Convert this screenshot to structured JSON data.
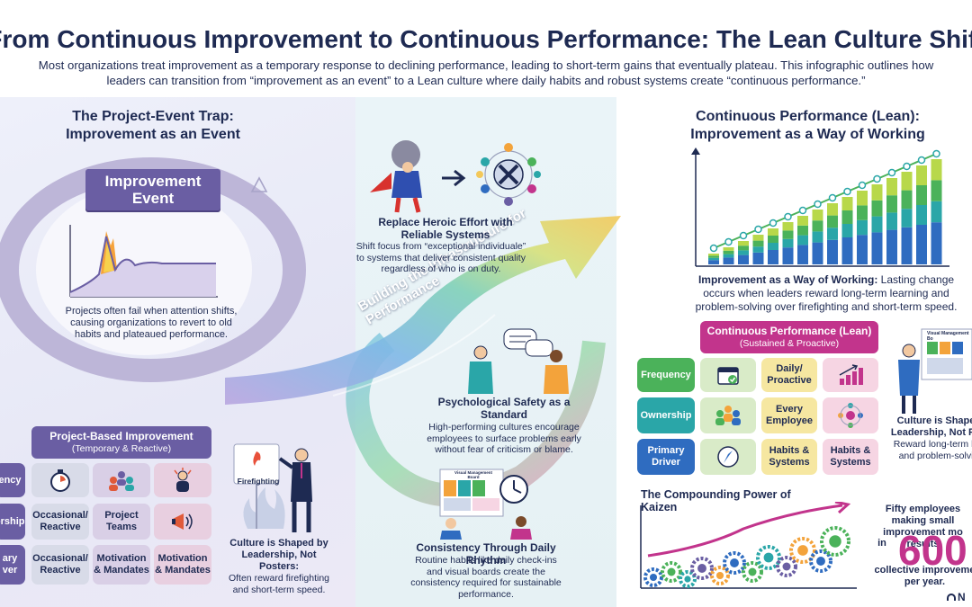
{
  "header": {
    "title": "From Continuous Improvement to Continuous Performance: The Lean Culture Shift",
    "subtitle": "Most organizations treat improvement as a temporary response to declining performance, leading to short-term gains that eventually plateau. This infographic outlines how leaders can transition from “improvement as an event” to a Lean culture where daily habits and robust systems create “continuous performance.”"
  },
  "left": {
    "title_line1": "The Project-Event Trap:",
    "title_line2": "Improvement as an Event",
    "banner_line1": "Improvement",
    "banner_line2": "Event",
    "ring_text": "Projects often fail when attention shifts, causing organizations to revert to old habits and plateaued performance.",
    "table": {
      "title": "Project-Based Improvement",
      "subtitle": "(Temporary & Reactive)",
      "row_labels": [
        "Frequency",
        "Ownership",
        "Primary Driver"
      ],
      "row_label_fragments": [
        "ency",
        "ership",
        "ary",
        "ver"
      ],
      "cells": [
        "Occasional/ Reactive",
        "Project Teams",
        "Occasional/ Reactive",
        "Motivation & Mandates",
        "Motivation & Mandates"
      ]
    },
    "firefighting_sign": "Firefighting",
    "culture_title": "Culture is Shaped by Leadership, Not Posters:",
    "culture_text": "Often reward firefighting and short-term speed."
  },
  "middle": {
    "arrow_label": "Building the Infrastructure for Performance",
    "heroic_title": "Replace Heroic Effort with Reliable Systems",
    "heroic_text": "Shift focus from “exceptional individuale” to systems that deliver consistent quality regardless of who is on duty.",
    "safety_title": "Psychological Safety as a Standard",
    "safety_text": "High-performing cultures encourage employees to surface problems early without fear of criticism or blame.",
    "board_label": "Visual Management Board",
    "rhythm_title": "Consistency Through Daily Rhythm",
    "rhythm_text": "Routine habits like daily check-ins and visual boards create the consistency required for sustainable performance."
  },
  "right": {
    "title_line1": "Continuous Performance (Lean):",
    "title_line2": "Improvement as a Way of Working",
    "way_title": "Improvement as a Way of Working:",
    "way_text": "Lasting change occurs when leaders reward long-term learning and problem-solving over firefighting and short-term speed.",
    "table": {
      "title": "Continuous Performance (Lean)",
      "subtitle": "(Sustained & Proactive)",
      "row_labels": [
        "Frequency",
        "Ownership",
        "Primary Driver"
      ],
      "cells": [
        "Daily/ Proactive",
        "Every Employee",
        "Habits & Systems",
        "Habits & Systems"
      ]
    },
    "board_label": "Visual Management Bo",
    "culture_title": "Culture is Shape Leadership, Not Po",
    "culture_text": "Reward long-term le and problem-solvi",
    "kaizen_title": "The Compounding Power of Kaizen",
    "kaizen_text1": "Fifty employees making small improvement mo results",
    "kaizen_in": "in",
    "kaizen_number": "600",
    "kaizen_text2": "collective improveme per year.",
    "footer_logo": "N"
  },
  "colors": {
    "navy": "#1e2a52",
    "purple": "#6a5ea3",
    "magenta": "#c2348c",
    "green": "#4bb25a",
    "teal": "#2aa6a8",
    "blue": "#2f6cc0"
  }
}
